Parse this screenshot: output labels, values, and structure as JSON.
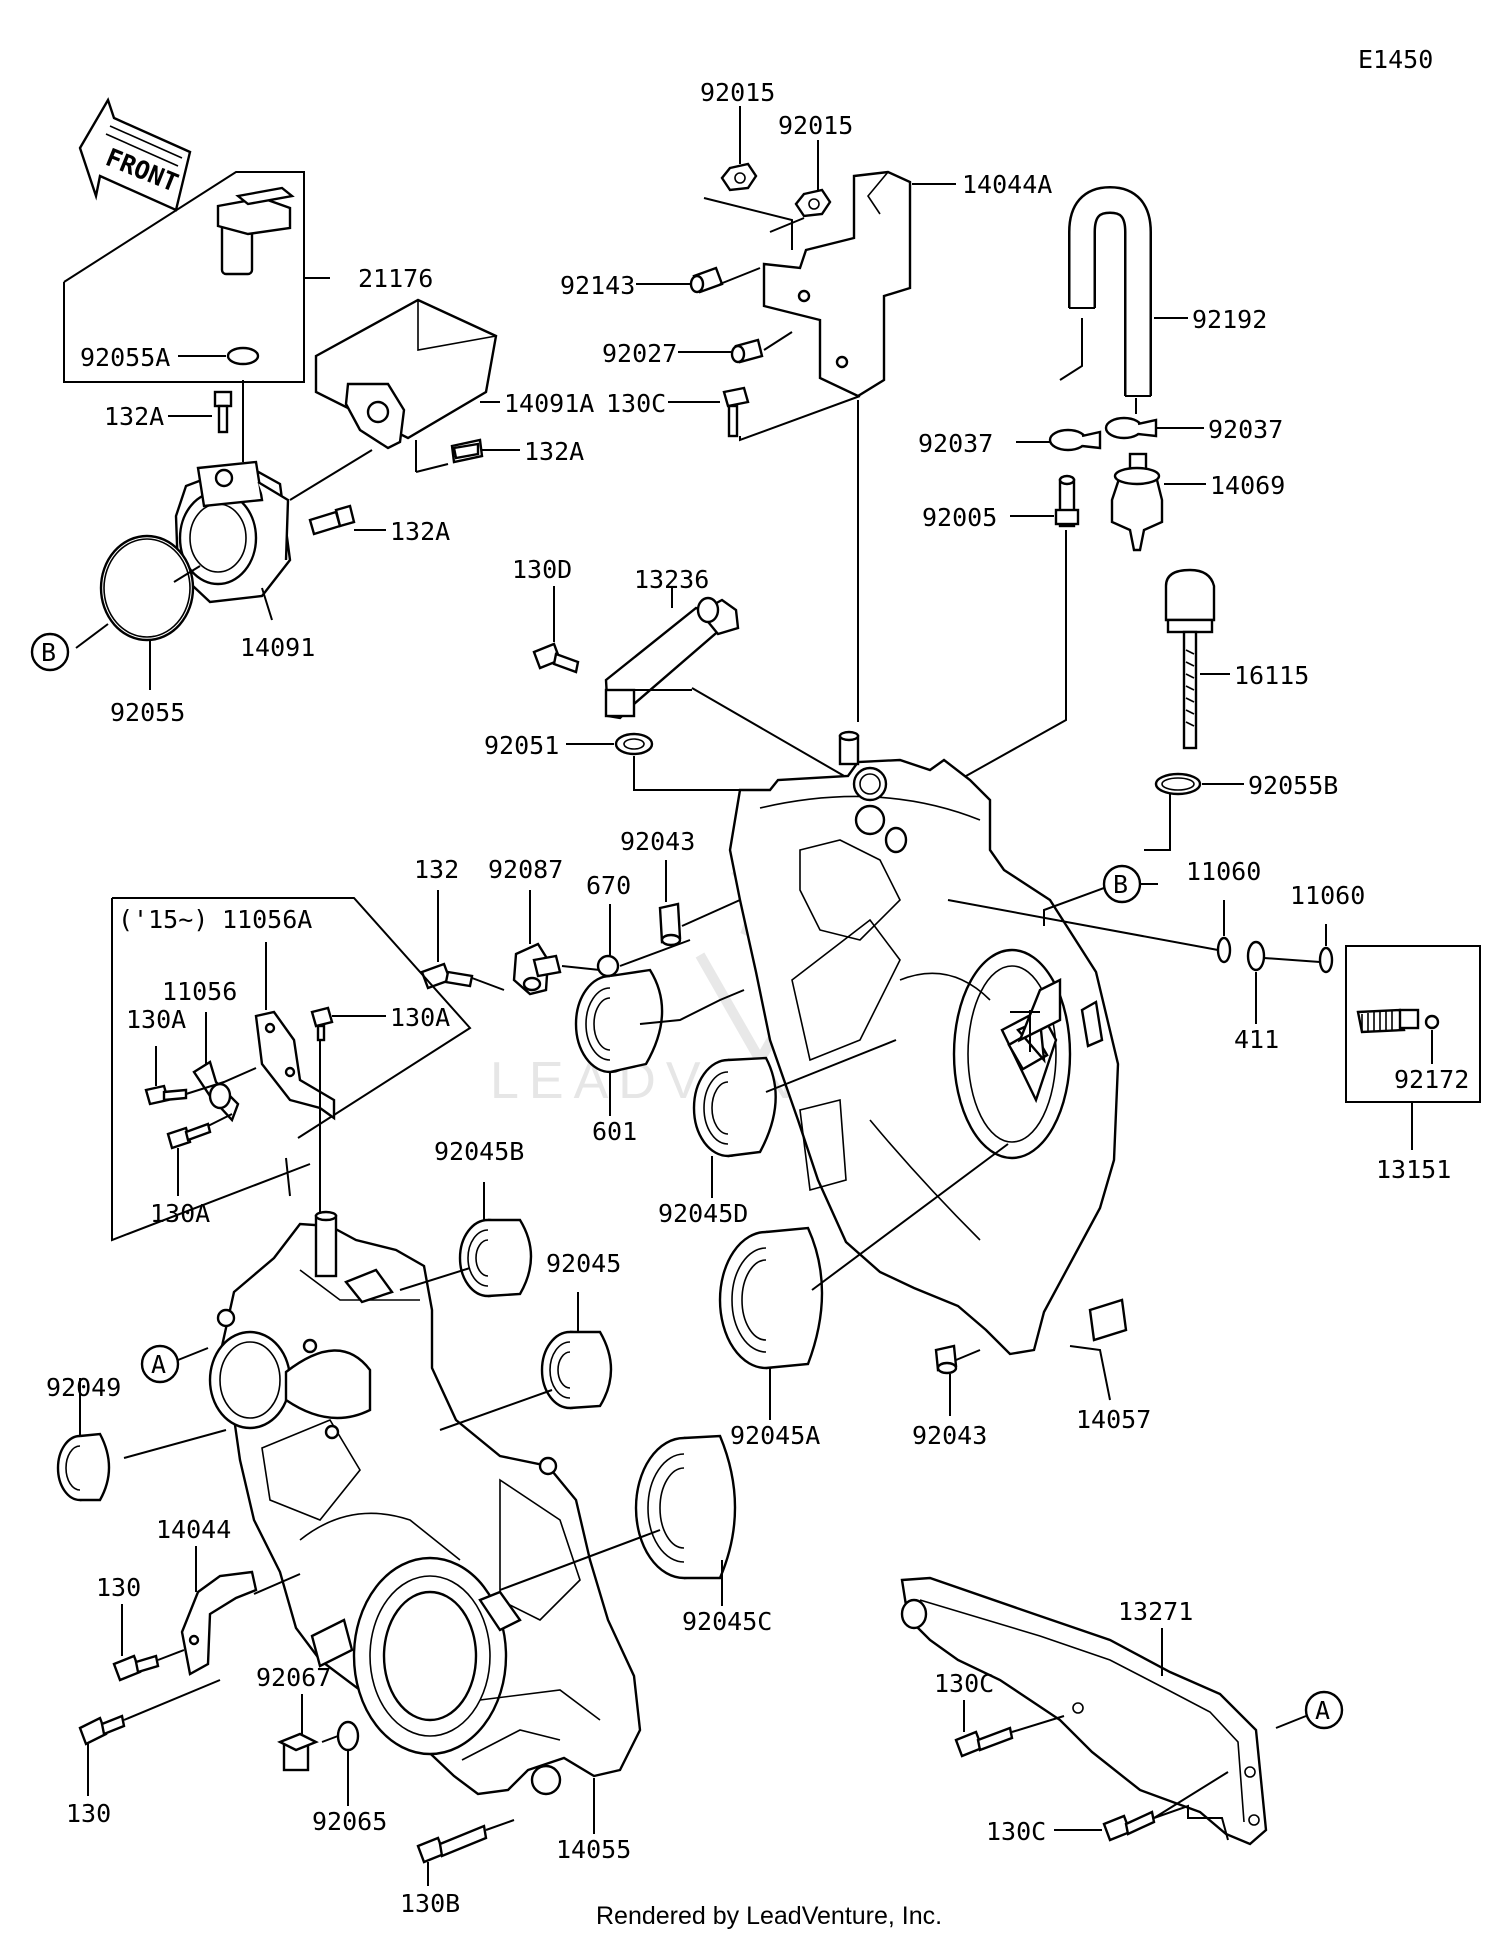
{
  "diagram_id": "E1450",
  "footer": "Rendered by LeadVenture, Inc.",
  "watermark": "LEADVENTURE",
  "front_arrow": "FRONT",
  "year_note": "('15~)",
  "ref_markers": {
    "a": "A",
    "b": "B"
  },
  "labels": {
    "p21176": "21176",
    "p92055A": "92055A",
    "p132A_1": "132A",
    "p132A_2": "132A",
    "p132A_3": "132A",
    "p14091A": "14091A",
    "p14091": "14091",
    "p92055": "92055",
    "p92015_1": "92015",
    "p92015_2": "92015",
    "p14044A": "14044A",
    "p92143": "92143",
    "p92027": "92027",
    "p130C_1": "130C",
    "p130D": "130D",
    "p13236": "13236",
    "p92051": "92051",
    "p92192": "92192",
    "p92037_1": "92037",
    "p92037_2": "92037",
    "p14069": "14069",
    "p92005": "92005",
    "p16115": "16115",
    "p92055B": "92055B",
    "p92043_1": "92043",
    "p132": "132",
    "p92087": "92087",
    "p670": "670",
    "p601": "601",
    "p11060_1": "11060",
    "p11060_2": "11060",
    "p411": "411",
    "p92172": "92172",
    "p13151": "13151",
    "p11056A": "11056A",
    "p11056": "11056",
    "p130A_1": "130A",
    "p130A_2": "130A",
    "p130A_3": "130A",
    "p92045B": "92045B",
    "p92045D": "92045D",
    "p92045": "92045",
    "p92045A": "92045A",
    "p92049": "92049",
    "p92043_2": "92043",
    "p14057": "14057",
    "p14044": "14044",
    "p130_1": "130",
    "p130_2": "130",
    "p92067": "92067",
    "p92065": "92065",
    "p130B": "130B",
    "p14055": "14055",
    "p92045C": "92045C",
    "p13271": "13271",
    "p130C_2": "130C",
    "p130C_3": "130C"
  }
}
